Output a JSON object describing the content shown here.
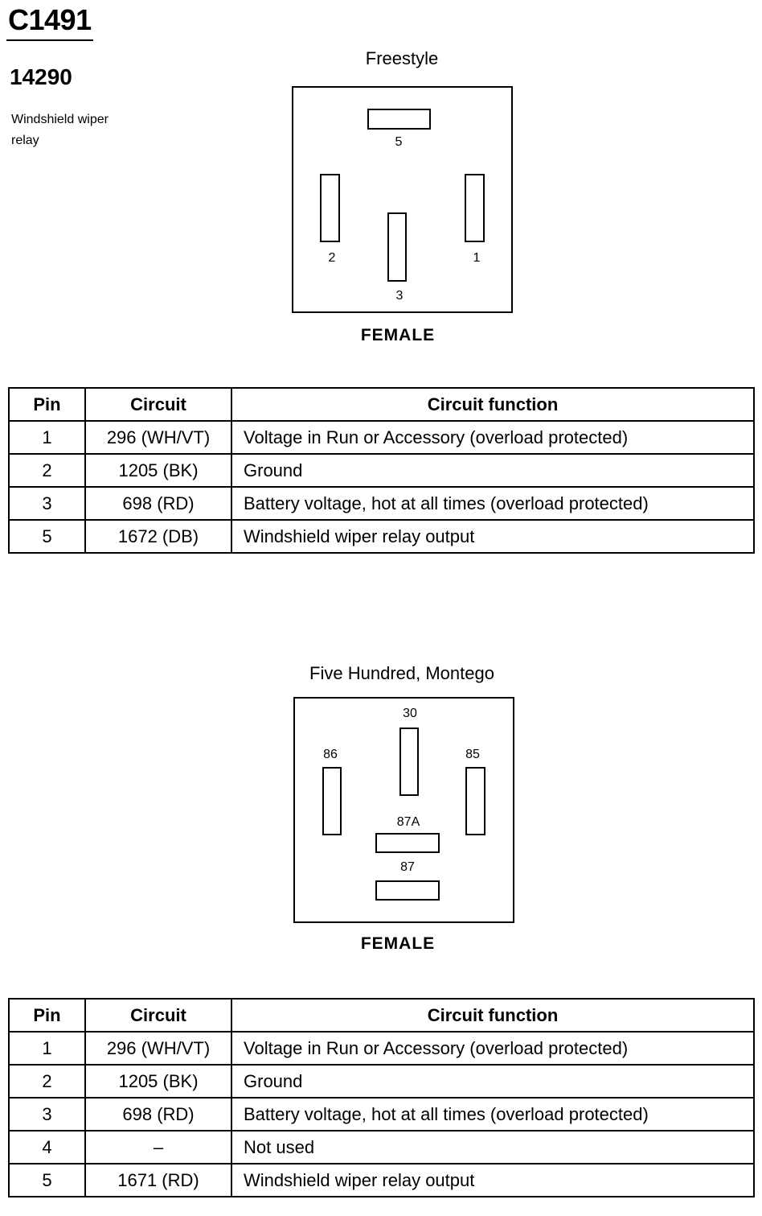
{
  "connector": {
    "id": "C1491"
  },
  "part": {
    "number": "14290",
    "description": "Windshield wiper relay"
  },
  "table_headers": {
    "pin": "Pin",
    "circuit": "Circuit",
    "function": "Circuit function"
  },
  "diagram1": {
    "title": "Freestyle",
    "gender": "FEMALE",
    "pins": {
      "p5": "5",
      "p2": "2",
      "p3": "3",
      "p1": "1"
    }
  },
  "table1": {
    "rows": [
      {
        "pin": "1",
        "circuit": "296 (WH/VT)",
        "function": "Voltage in Run or Accessory (overload protected)"
      },
      {
        "pin": "2",
        "circuit": "1205 (BK)",
        "function": "Ground"
      },
      {
        "pin": "3",
        "circuit": "698 (RD)",
        "function": "Battery voltage, hot at all times (overload protected)"
      },
      {
        "pin": "5",
        "circuit": "1672 (DB)",
        "function": "Windshield wiper relay output"
      }
    ]
  },
  "diagram2": {
    "title": "Five Hundred, Montego",
    "gender": "FEMALE",
    "pins": {
      "p30": "30",
      "p86": "86",
      "p85": "85",
      "p87a": "87A",
      "p87": "87"
    }
  },
  "table2": {
    "rows": [
      {
        "pin": "1",
        "circuit": "296 (WH/VT)",
        "function": "Voltage in Run or Accessory (overload protected)"
      },
      {
        "pin": "2",
        "circuit": "1205 (BK)",
        "function": "Ground"
      },
      {
        "pin": "3",
        "circuit": "698 (RD)",
        "function": "Battery voltage, hot at all times (overload protected)"
      },
      {
        "pin": "4",
        "circuit": "–",
        "function": "Not used"
      },
      {
        "pin": "5",
        "circuit": "1671 (RD)",
        "function": "Windshield wiper relay output"
      }
    ]
  }
}
